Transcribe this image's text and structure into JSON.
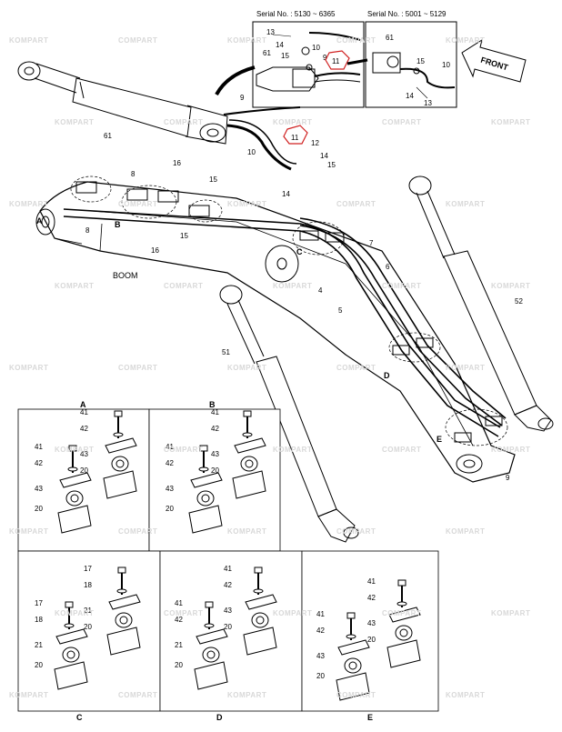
{
  "serial_boxes": {
    "left": "Serial No. : 5130 ~ 6365",
    "right": "Serial No. : 5001 ~ 5129"
  },
  "front_label": "FRONT",
  "boom_label": "BOOM",
  "watermark": {
    "brand_a": "KOMPART",
    "brand_b": "COMPART"
  },
  "section_letters": {
    "A": "A",
    "B": "B",
    "C": "C",
    "D": "D",
    "E": "E"
  },
  "main_callouts": {
    "c61": "61",
    "c9a": "9",
    "c10": "10",
    "c11": "11",
    "c12": "12",
    "c14": "14",
    "c15": "15",
    "c16": "16",
    "c8a": "8",
    "c8b": "8",
    "c15b": "15",
    "c16b": "16",
    "c15c": "15",
    "c14b": "14",
    "c7": "7",
    "c6": "6",
    "c4": "4",
    "c5": "5",
    "c51": "51",
    "c52": "52",
    "c9b": "9"
  },
  "inset_callouts": {
    "l13": "13",
    "l14": "14",
    "l10": "10",
    "l61": "61",
    "l15": "15",
    "l9": "9",
    "l11": "11",
    "r61": "61",
    "r15": "15",
    "r10": "10",
    "r14": "14",
    "r13": "13"
  },
  "detail_callouts": {
    "A": [
      "41",
      "42",
      "41",
      "42",
      "43",
      "20",
      "43",
      "20"
    ],
    "B": [
      "41",
      "42",
      "41",
      "42",
      "43",
      "20",
      "43",
      "20"
    ],
    "C": [
      "17",
      "18",
      "17",
      "18",
      "21",
      "20",
      "21",
      "20"
    ],
    "D": [
      "41",
      "42",
      "41",
      "42",
      "43",
      "20",
      "21",
      "20"
    ],
    "E": [
      "41",
      "42",
      "41",
      "42",
      "43",
      "20",
      "43",
      "20"
    ]
  }
}
